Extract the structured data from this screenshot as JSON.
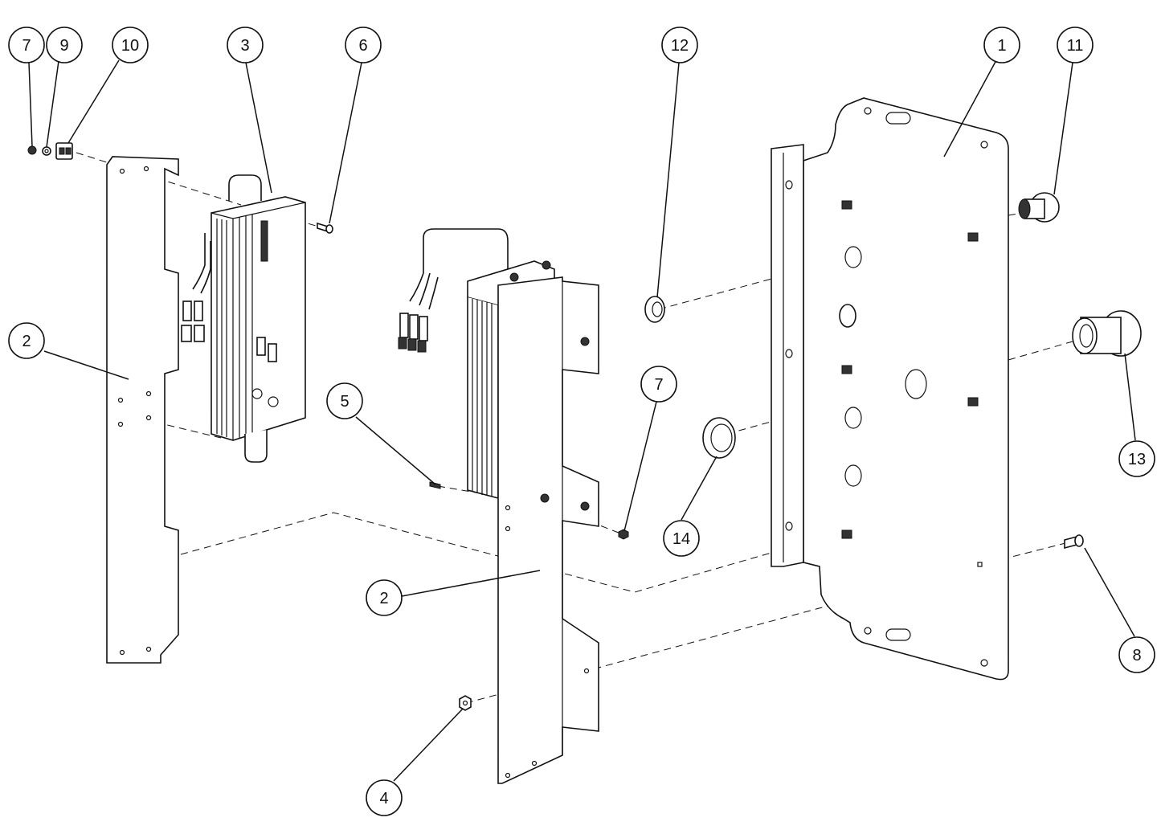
{
  "callouts": [
    {
      "id": "c1",
      "label": "1"
    },
    {
      "id": "c2a",
      "label": "2"
    },
    {
      "id": "c2b",
      "label": "2"
    },
    {
      "id": "c3",
      "label": "3"
    },
    {
      "id": "c4",
      "label": "4"
    },
    {
      "id": "c5",
      "label": "5"
    },
    {
      "id": "c6",
      "label": "6"
    },
    {
      "id": "c7a",
      "label": "7"
    },
    {
      "id": "c7b",
      "label": "7"
    },
    {
      "id": "c8",
      "label": "8"
    },
    {
      "id": "c9",
      "label": "9"
    },
    {
      "id": "c10",
      "label": "10"
    },
    {
      "id": "c11",
      "label": "11"
    },
    {
      "id": "c12",
      "label": "12"
    },
    {
      "id": "c13",
      "label": "13"
    },
    {
      "id": "c14",
      "label": "14"
    }
  ],
  "colors": {
    "line": "#111111",
    "background": "#ffffff"
  }
}
